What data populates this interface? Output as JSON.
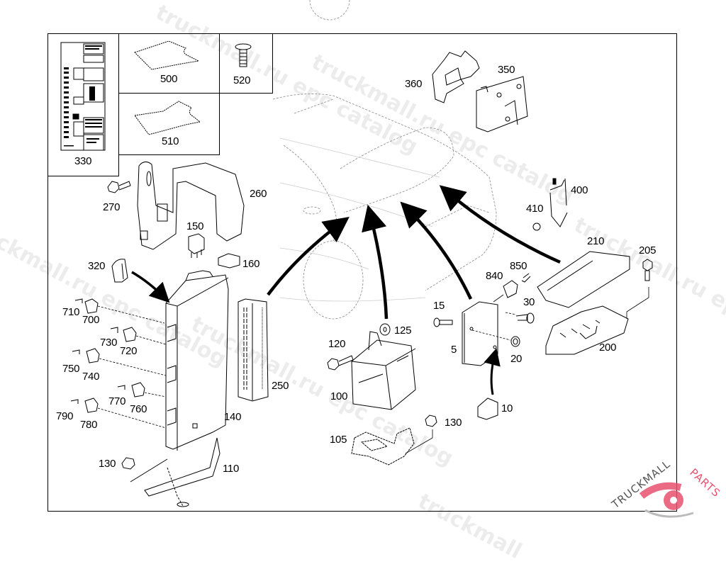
{
  "diagram": {
    "title": "Electrical control units and fuse/relay box exploded view",
    "part_labels": {
      "p5": "5",
      "p10": "10",
      "p15": "15",
      "p20": "20",
      "p30": "30",
      "p100": "100",
      "p105": "105",
      "p110": "110",
      "p120": "120",
      "p125": "125",
      "p130a": "130",
      "p130b": "130",
      "p140": "140",
      "p150": "150",
      "p160": "160",
      "p200": "200",
      "p205": "205",
      "p210": "210",
      "p250": "250",
      "p260": "260",
      "p270": "270",
      "p320": "320",
      "p330": "330",
      "p350": "350",
      "p360": "360",
      "p400": "400",
      "p410": "410",
      "p500": "500",
      "p510": "510",
      "p520": "520",
      "p700": "700",
      "p710": "710",
      "p720": "720",
      "p730": "730",
      "p740": "740",
      "p750": "750",
      "p760": "760",
      "p770": "770",
      "p780": "780",
      "p790": "790",
      "p840": "840",
      "p850": "850"
    }
  },
  "watermarks": [
    "truckmall.ru epc catalog",
    "truckmall.ru epc catalog",
    "truckmall.ru epc catalog",
    "truckmall.ru epc catalog",
    "truckmall.ru epc catalog"
  ],
  "logo": {
    "text_dark": "TRUCKMALL",
    "text_accent": "PARTS",
    "accent_color": "#e8506e",
    "dark_color": "#555555"
  }
}
